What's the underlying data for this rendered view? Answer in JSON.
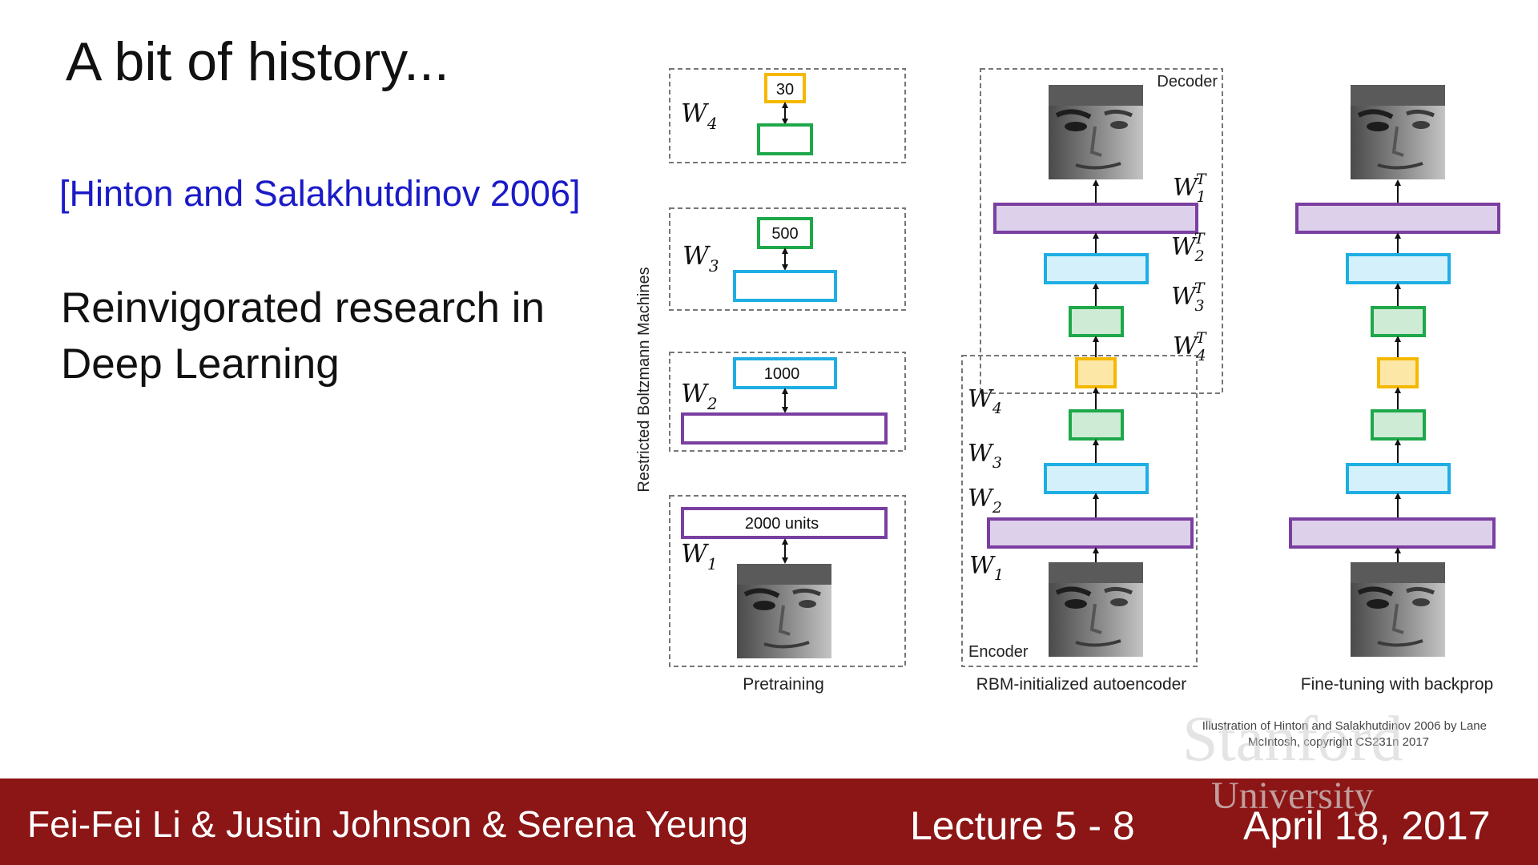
{
  "slide": {
    "title": "A bit of history...",
    "citation": "[Hinton and Salakhutdinov 2006]",
    "body_line1": "Reinvigorated research in",
    "body_line2": "Deep Learning"
  },
  "figure": {
    "rbm_label": "Restricted Boltzmann Machines",
    "pretraining": {
      "units": {
        "u30": "30",
        "u500": "500",
        "u1000": "1000",
        "u2000": "2000 units"
      },
      "weights": {
        "w4": "W",
        "w4_sub": "4",
        "w3": "W",
        "w3_sub": "3",
        "w2": "W",
        "w2_sub": "2",
        "w1": "W",
        "w1_sub": "1"
      },
      "caption": "Pretraining"
    },
    "autoencoder": {
      "decoder_label": "Decoder",
      "encoder_label": "Encoder",
      "decoder_weights": {
        "w": "W",
        "t": "T",
        "s1": "1",
        "s2": "2",
        "s3": "3",
        "s4": "4"
      },
      "encoder_weights": {
        "w": "W",
        "s4": "4",
        "s3": "3",
        "s2": "2",
        "s1": "1"
      },
      "caption": "RBM-initialized autoencoder"
    },
    "finetune": {
      "caption": "Fine-tuning with backprop"
    },
    "credit_line1": "Illustration of Hinton and Salakhutdinov 2006 by Lane",
    "credit_line2": "McIntosh, copyright CS231n 2017",
    "colors": {
      "yellow": "#f5b800",
      "green": "#1ea84a",
      "cyan": "#1eaee4",
      "purple": "#7a3fa0",
      "purple_fill": "#ddd0ea",
      "cyan_fill": "#d4f0fb",
      "green_fill": "#cdebd5",
      "yellow_fill": "#fde7a6"
    }
  },
  "footer": {
    "authors": "Fei-Fei Li & Justin Johnson & Serena Yeung",
    "lecture": "Lecture 5 -   8",
    "date": "April 18, 2017",
    "watermark_top": "Stanford",
    "watermark_bottom": "University"
  }
}
